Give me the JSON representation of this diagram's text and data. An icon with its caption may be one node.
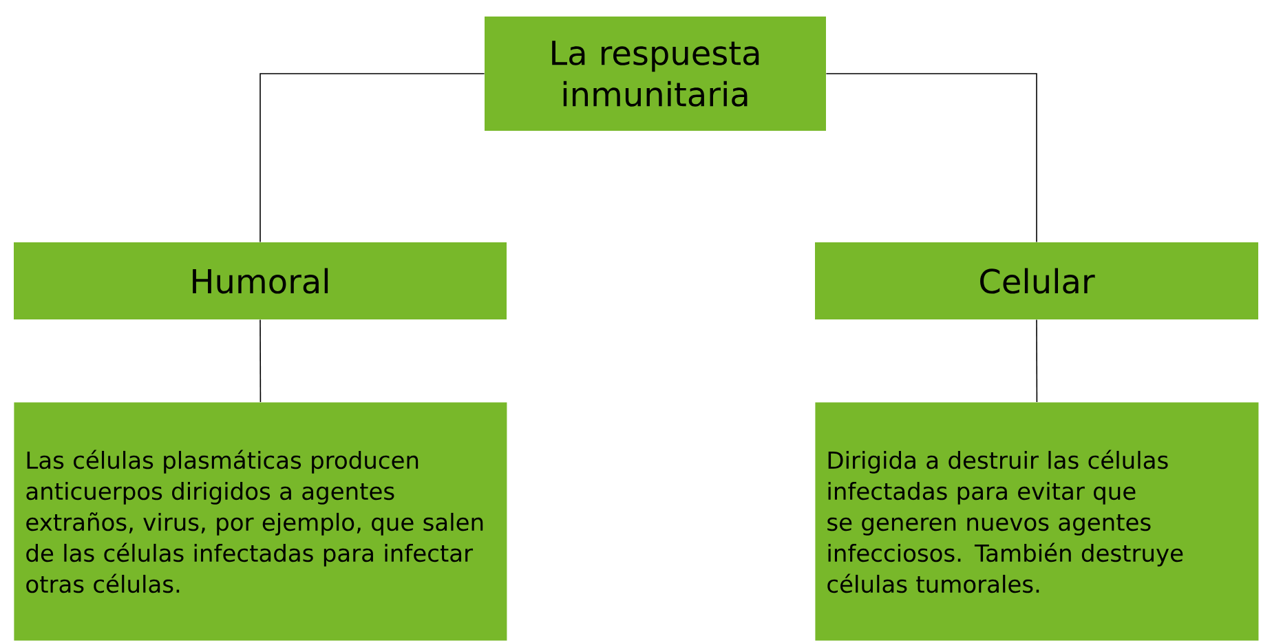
{
  "diagram": {
    "nodes": [
      {
        "text": [
          "La respuesta inmunitaria"
        ]
      },
      {
        "text": [
          "Humoral"
        ]
      },
      {
        "text": [
          "Celular"
        ]
      },
      {
        "text": [
          "Las células plasmáticas producen anticuerpos dirigidos a agentes extraños, virus, por ejemplo, que salen de las células infectadas para infectar otras células."
        ]
      },
      {
        "text": [
          "Dirigida a destruir las células infectadas para evitar que se generen nuevos agentes infecciosos. También destruye células tumorales."
        ]
      }
    ],
    "edges": [
      {
        "from": 0,
        "to": 1,
        "arrow": "none"
      },
      {
        "from": 0,
        "to": 2,
        "arrow": "none"
      },
      {
        "from": 1,
        "to": 3,
        "arrow": "none"
      },
      {
        "from": 2,
        "to": 4,
        "arrow": "none"
      }
    ]
  }
}
